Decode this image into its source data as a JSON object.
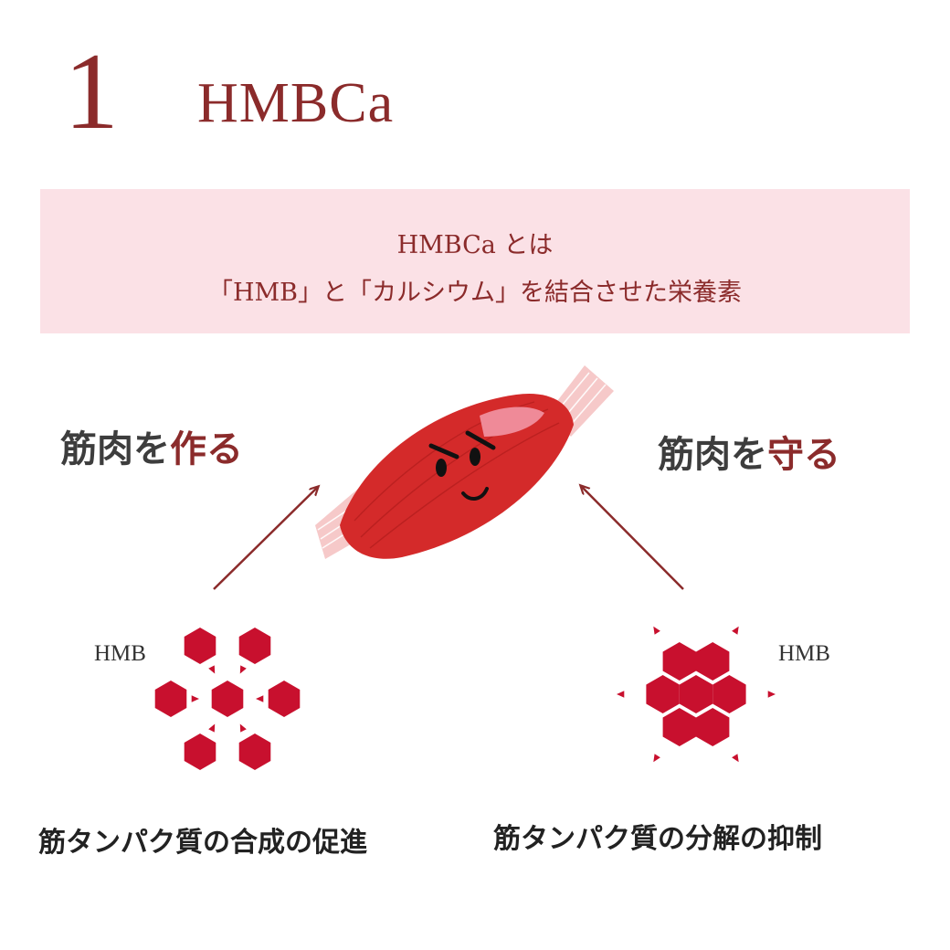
{
  "header": {
    "number": "1",
    "title": "HMBCa"
  },
  "band": {
    "line1": "HMBCa とは",
    "line2": "「HMB」と「カルシウム」を結合させた栄養素"
  },
  "left": {
    "heading_prefix": "筋肉を",
    "heading_accent": "作る",
    "molecule_label": "HMB",
    "caption": "筋タンパク質の合成の促進"
  },
  "right": {
    "heading_prefix": "筋肉を",
    "heading_accent": "守る",
    "molecule_label": "HMB",
    "caption": "筋タンパク質の分解の抑制"
  },
  "colors": {
    "accent": "#8b2b2b",
    "band_bg": "#fbe1e6",
    "hexagon": "#c8102e",
    "muscle": "#d42a2a",
    "tendon": "#f6c9c9"
  },
  "icons": {
    "muscle": "muscle-character-icon",
    "molecule": "hexagon-cluster-icon"
  }
}
